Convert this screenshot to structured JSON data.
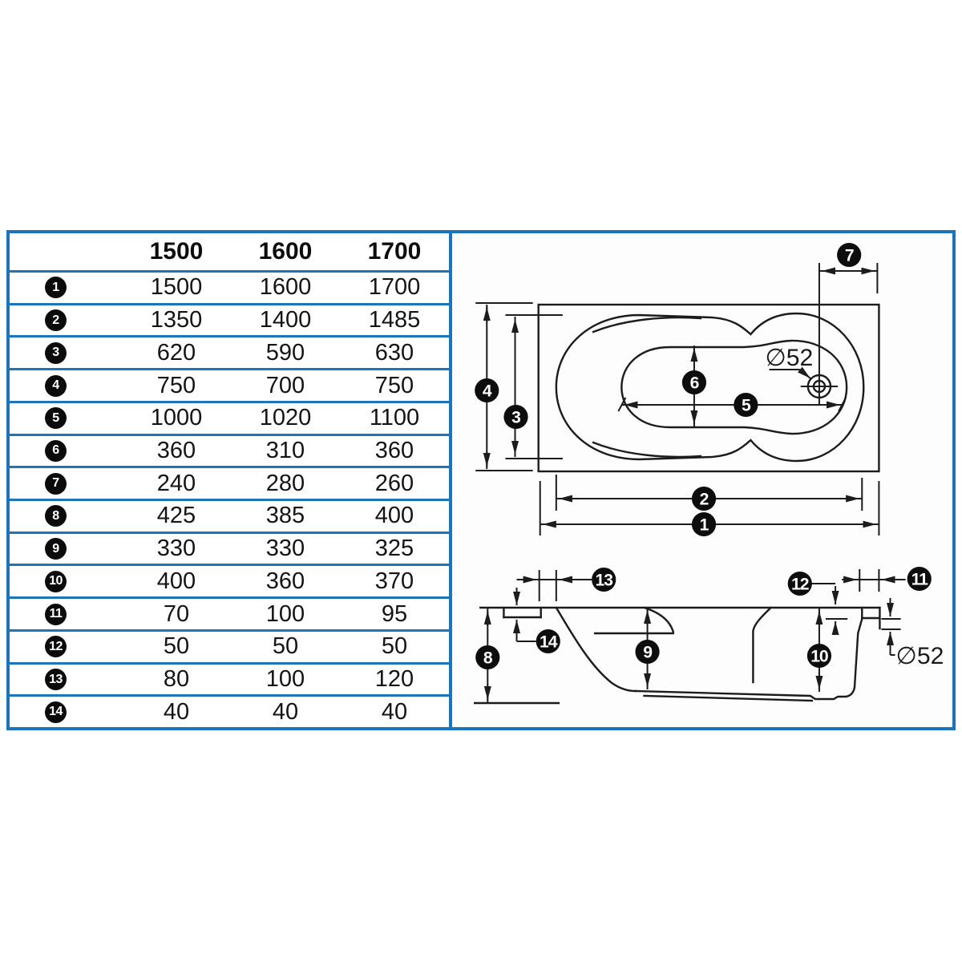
{
  "table": {
    "columns": [
      "1500",
      "1600",
      "1700"
    ],
    "rows": [
      {
        "num": "1",
        "values": [
          "1500",
          "1600",
          "1700"
        ]
      },
      {
        "num": "2",
        "values": [
          "1350",
          "1400",
          "1485"
        ]
      },
      {
        "num": "3",
        "values": [
          "620",
          "590",
          "630"
        ]
      },
      {
        "num": "4",
        "values": [
          "750",
          "700",
          "750"
        ]
      },
      {
        "num": "5",
        "values": [
          "1000",
          "1020",
          "1100"
        ]
      },
      {
        "num": "6",
        "values": [
          "360",
          "310",
          "360"
        ]
      },
      {
        "num": "7",
        "values": [
          "240",
          "280",
          "260"
        ]
      },
      {
        "num": "8",
        "values": [
          "425",
          "385",
          "400"
        ]
      },
      {
        "num": "9",
        "values": [
          "330",
          "330",
          "325"
        ]
      },
      {
        "num": "10",
        "values": [
          "400",
          "360",
          "370"
        ]
      },
      {
        "num": "11",
        "values": [
          "70",
          "100",
          "95"
        ]
      },
      {
        "num": "12",
        "values": [
          "50",
          "50",
          "50"
        ]
      },
      {
        "num": "13",
        "values": [
          "80",
          "100",
          "120"
        ]
      },
      {
        "num": "14",
        "values": [
          "40",
          "40",
          "40"
        ]
      }
    ]
  },
  "drawing": {
    "labels": {
      "n1": "1",
      "n2": "2",
      "n3": "3",
      "n4": "4",
      "n5": "5",
      "n6": "6",
      "n7": "7",
      "n8": "8",
      "n9": "9",
      "n10": "10",
      "n11": "11",
      "n12": "12",
      "n13": "13",
      "n14": "14"
    },
    "diameter_label": "∅52",
    "colors": {
      "accent_blue": "#1b75bb",
      "line_black": "#1c1c1c"
    }
  }
}
